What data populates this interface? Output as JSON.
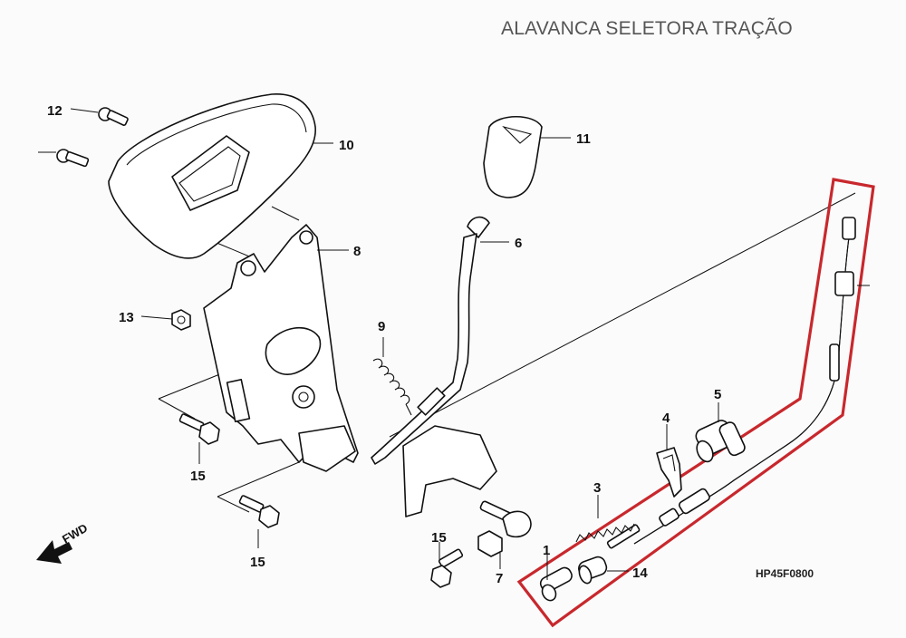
{
  "title": "ALAVANCA SELETORA TRAÇÃO",
  "diagram_code": "HP45F0800",
  "fwd_label": "FWD",
  "highlight_color": "#c8282d",
  "callouts": {
    "c1": "1",
    "c3": "3",
    "c4": "4",
    "c5": "5",
    "c6": "6",
    "c7": "7",
    "c8": "8",
    "c9": "9",
    "c10": "10",
    "c11": "11",
    "c12": "12",
    "c13": "13",
    "c14": "14",
    "c15a": "15",
    "c15b": "15",
    "c15c": "15"
  }
}
